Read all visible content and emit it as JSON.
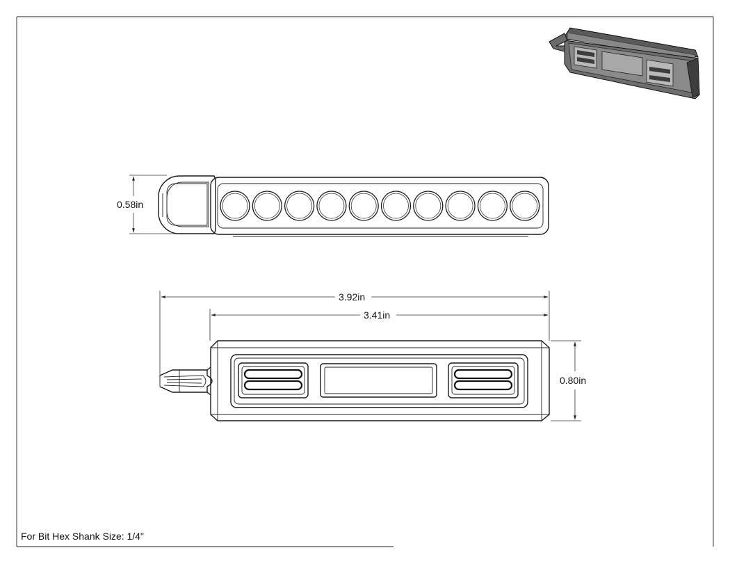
{
  "dimensions": {
    "height_top": "0.58in",
    "overall_length": "3.92in",
    "body_length": "3.41in",
    "height_front": "0.80in"
  },
  "note": "For Bit Hex Shank Size: 1/4\"",
  "bit_holes": 10,
  "colors": {
    "line": "#1a1a1a",
    "iso_dark": "#3a3a3a",
    "iso_mid": "#7a7a7a",
    "iso_light": "#b5b5b5"
  }
}
